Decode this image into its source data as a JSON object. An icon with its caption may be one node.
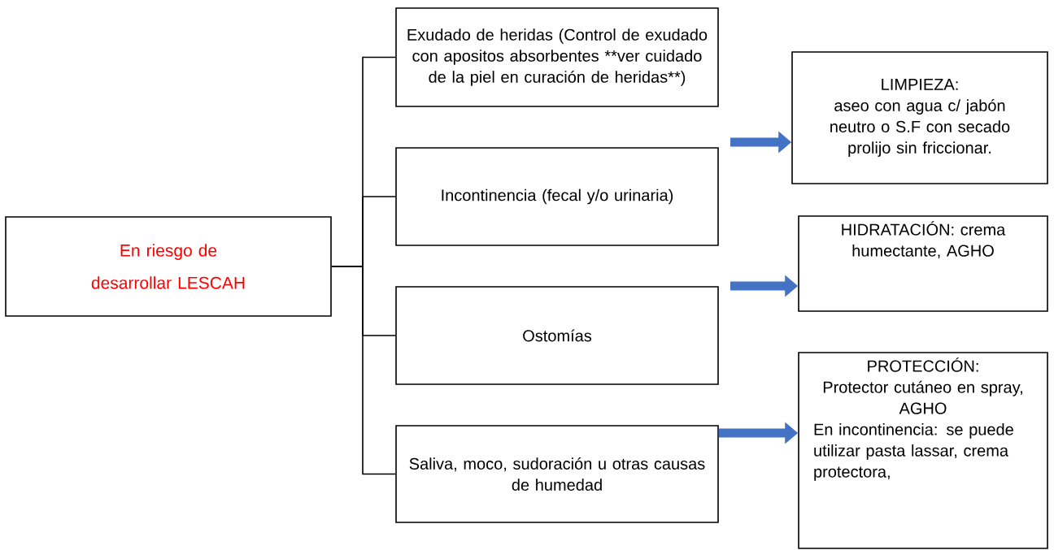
{
  "diagram": {
    "nodes": [
      {
        "text": [
          "En riesgo de desarrollar LESCAH"
        ]
      },
      {
        "text": [
          "Exudado de heridas (Control de exudado con apositos absorbentes **ver cuidado de la piel en curación",
          "de heridas**)"
        ]
      },
      {
        "text": [
          "Incontinencia (fecal y/o urinaria)"
        ]
      },
      {
        "text": [
          "Ostomías"
        ]
      },
      {
        "text": [
          "Saliva, moco, sudoración u otras causas de humedad"
        ]
      },
      {
        "text": [
          "LIMPIEZA:",
          "aseo con agua c/ jabón neutro o S.F con secado prolijo sin friccionar."
        ]
      },
      {
        "text": [
          "HIDRATACIÓN:  crema humectante, AGHO"
        ]
      },
      {
        "text": [
          "PROTECCIÓN:",
          "Protector cutáneo en spray, AGHO",
          "En incontinencia: se puede utilizar pasta lassar, crema protectora,"
        ]
      }
    ],
    "edges": [
      {
        "from": 0,
        "to": 1,
        "arrow": "none"
      },
      {
        "from": 0,
        "to": 2,
        "arrow": "none"
      },
      {
        "from": 0,
        "to": 3,
        "arrow": "none"
      },
      {
        "from": 0,
        "to": 4,
        "arrow": "none"
      },
      {
        "from": null,
        "to": 5,
        "arrow": "to",
        "style": "thick",
        "color": "#4472c4"
      },
      {
        "from": null,
        "to": 6,
        "arrow": "to",
        "style": "thick",
        "color": "#4472c4"
      },
      {
        "from": 4,
        "to": 7,
        "arrow": "to",
        "style": "thick",
        "color": "#4472c4"
      }
    ]
  }
}
